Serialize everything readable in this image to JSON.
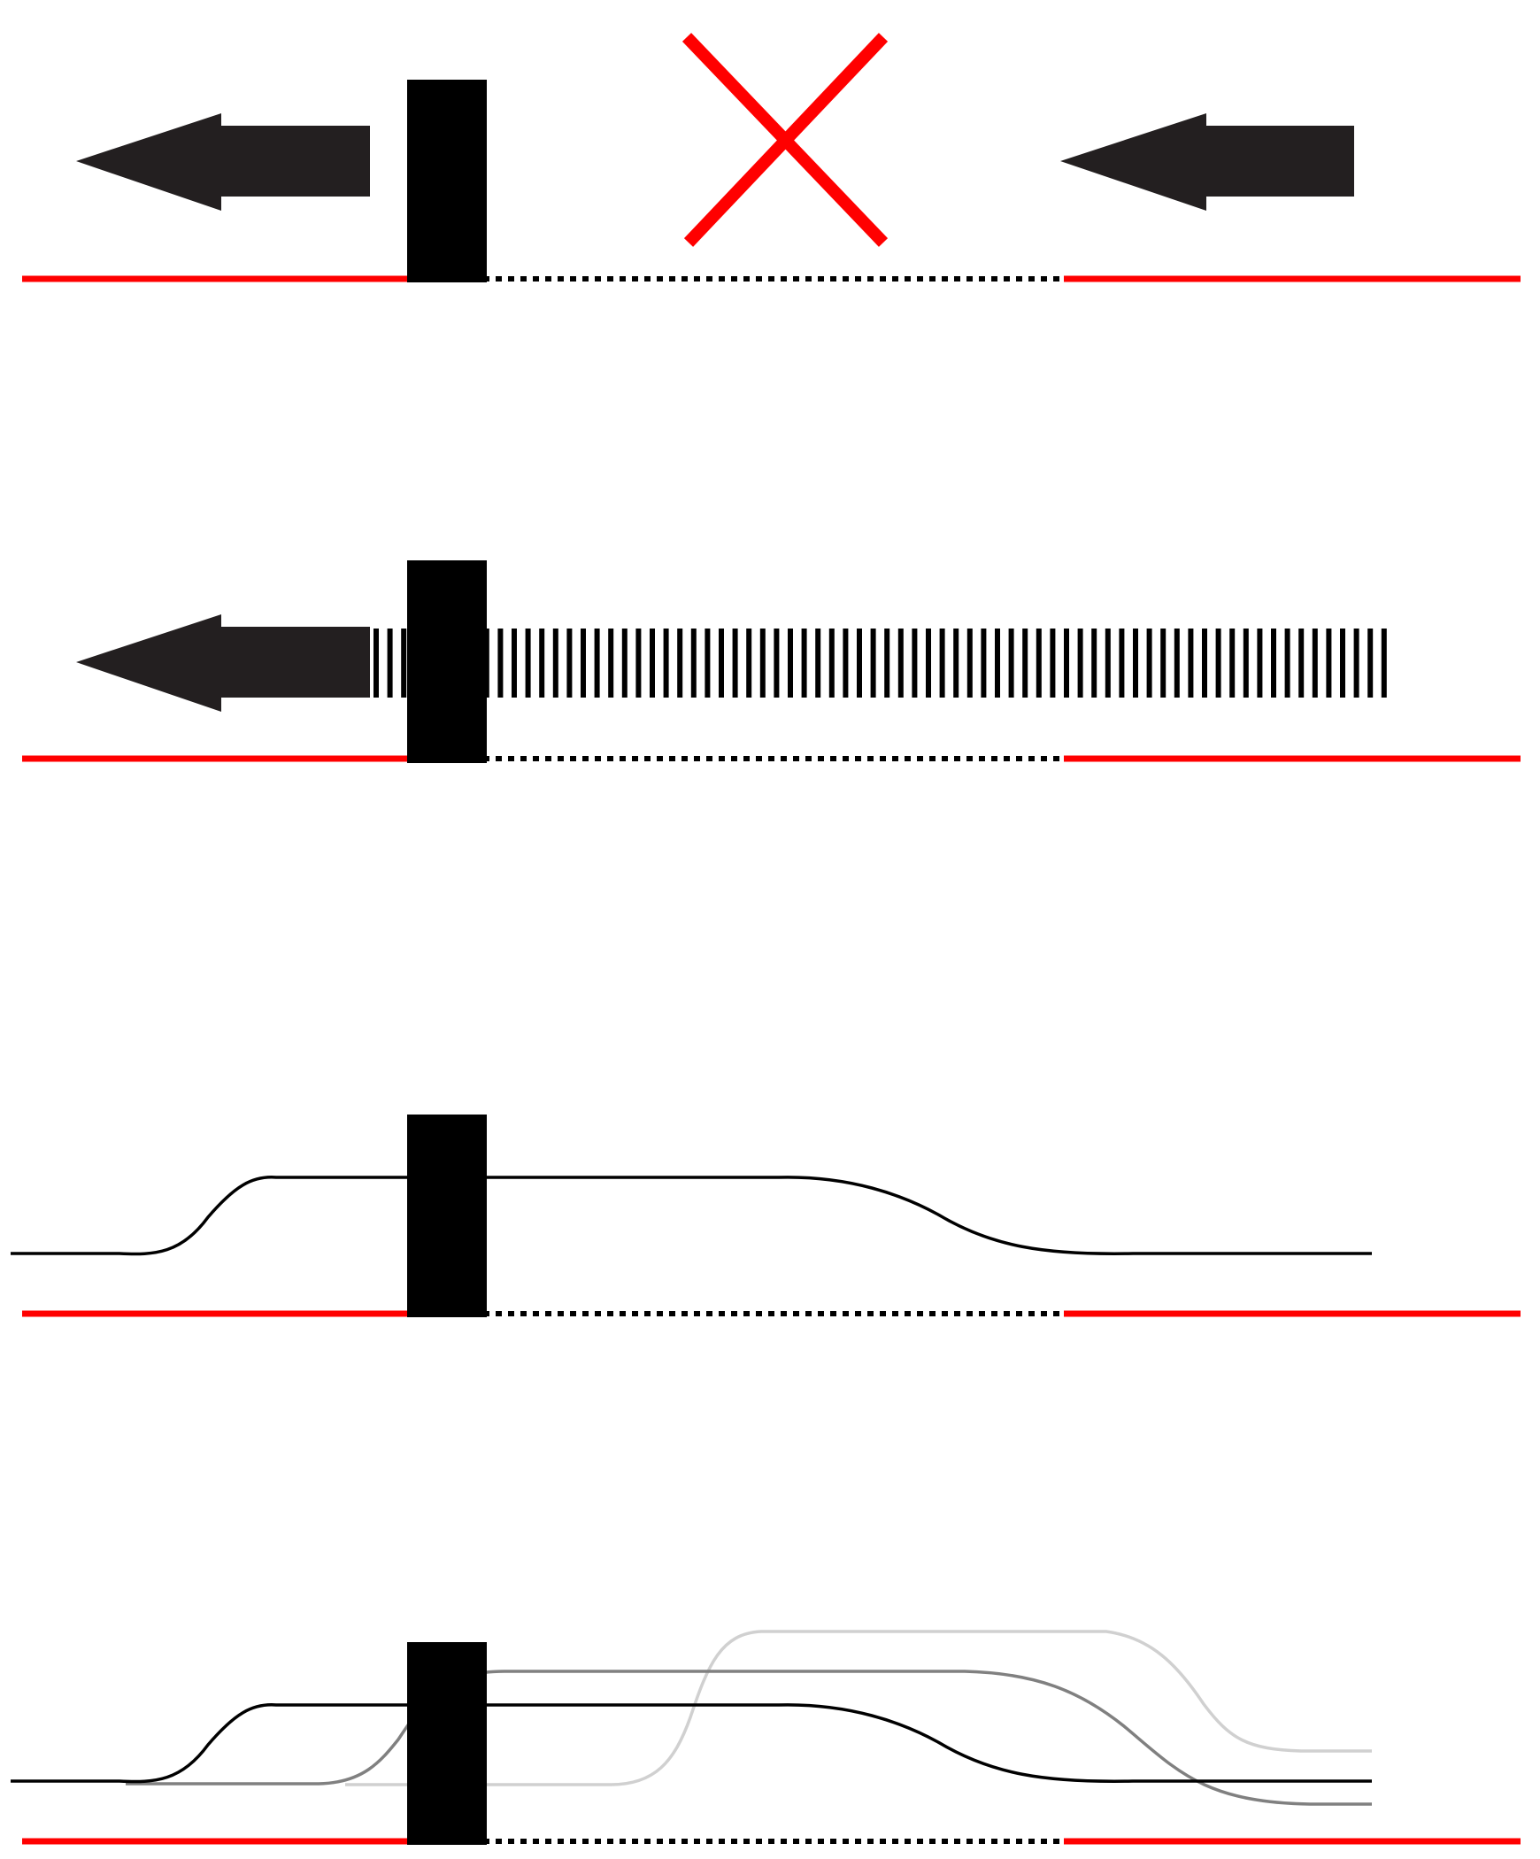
{
  "colors": {
    "background": "#ffffff",
    "track_red": "#ff0000",
    "cross_red": "#ff0000",
    "block": "#000000",
    "arrow": "#231f20",
    "dotted": "#000000",
    "wave_front": "#000000",
    "wave_middle": "#808080",
    "wave_back": "#d0d0d0"
  },
  "panels": [
    {
      "id": "panel-1",
      "elements": [
        "block",
        "left-arrow",
        "right-arrow",
        "cross-icon",
        "red-track",
        "dotted-gap"
      ]
    },
    {
      "id": "panel-2",
      "elements": [
        "block",
        "left-arrow",
        "striped-bar",
        "red-track",
        "dotted-gap"
      ]
    },
    {
      "id": "panel-3",
      "elements": [
        "block",
        "wave-profile",
        "red-track",
        "dotted-gap"
      ]
    },
    {
      "id": "panel-4",
      "elements": [
        "block",
        "wave-profile-front",
        "wave-profile-middle",
        "wave-profile-back",
        "red-track",
        "dotted-gap"
      ]
    }
  ]
}
